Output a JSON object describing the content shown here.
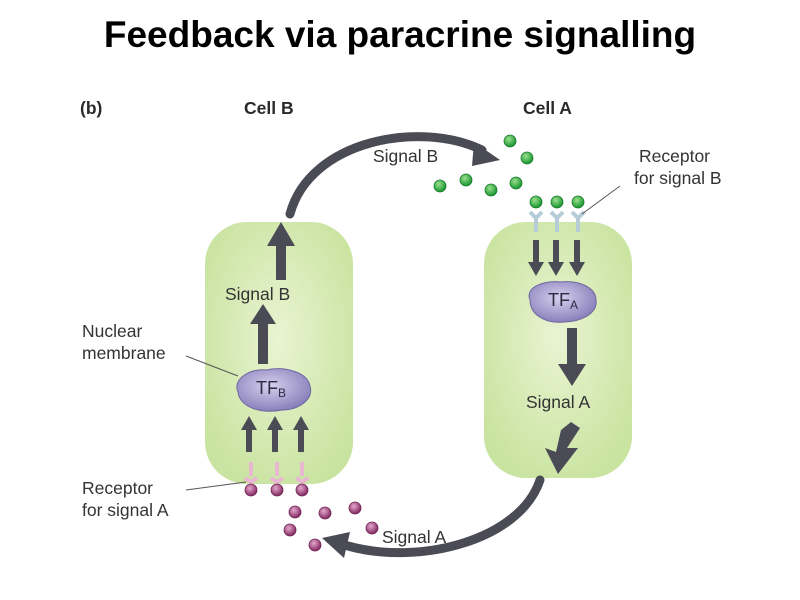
{
  "title": "Feedback via paracrine signalling",
  "panel_label": "(b)",
  "cell_b": {
    "header": "Cell B",
    "signal_label": "Signal B",
    "tf_label": "TF",
    "tf_sub": "B",
    "nuclear_membrane_line1": "Nuclear",
    "nuclear_membrane_line2": "membrane",
    "receptor_line1": "Receptor",
    "receptor_line2": "for signal A"
  },
  "cell_a": {
    "header": "Cell A",
    "signal_label": "Signal A",
    "tf_label": "TF",
    "tf_sub": "A",
    "receptor_line1": "Receptor",
    "receptor_line2": "for signal B"
  },
  "extracellular": {
    "signal_b_label": "Signal B",
    "signal_a_label": "Signal A"
  },
  "colors": {
    "cell_fill": "#d8ebb4",
    "arrow": "#4b4b55",
    "signal_b_molecule": "#36b24a",
    "signal_a_molecule": "#9c3f78",
    "tf_fill": "#8e86bf"
  }
}
